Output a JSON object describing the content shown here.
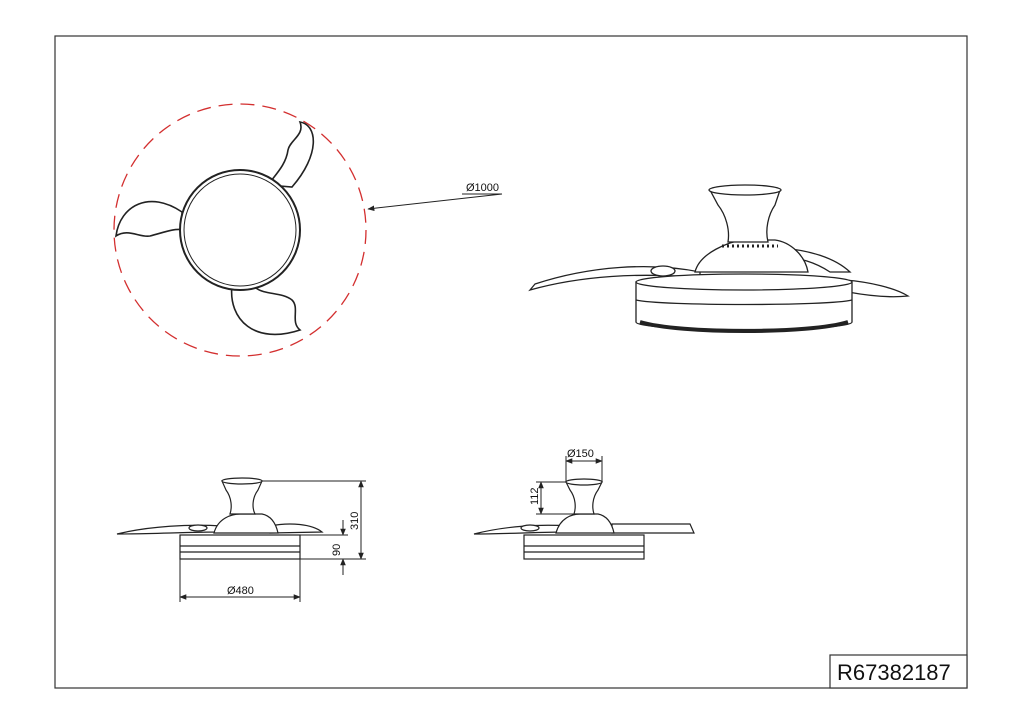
{
  "drawing": {
    "part_number": "R67382187",
    "dimensions": {
      "span_diameter": "Ø1000",
      "canopy_diameter": "Ø150",
      "canopy_height": "112",
      "total_height": "310",
      "body_height": "90",
      "body_diameter": "Ø480"
    }
  },
  "colors": {
    "line": "#222222",
    "sweep_circle": "#d32f2f",
    "frame": "#333333"
  }
}
